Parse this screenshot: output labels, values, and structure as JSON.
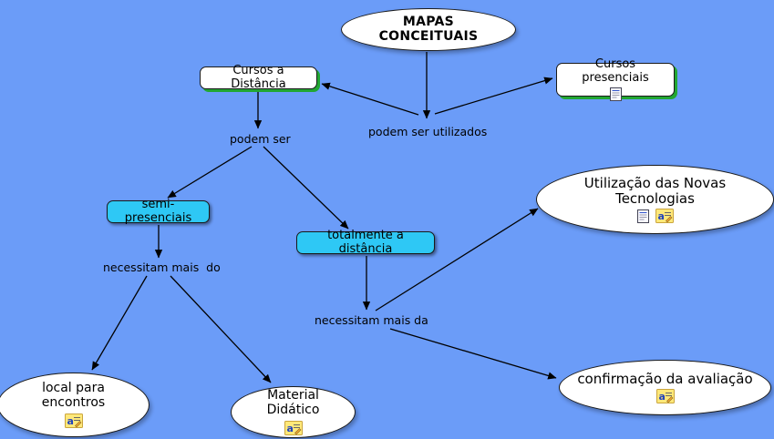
{
  "canvas": {
    "background": "#6b9cf8"
  },
  "colors": {
    "background": "#6b9cf8",
    "node_fill": "#ffffff",
    "highlight_node_fill": "#2ec8f5",
    "accent_shadow_green": "#22a632",
    "annotation_icon_fill": "#ffe87a",
    "text": "#000000"
  },
  "nodes": {
    "root": {
      "label": "MAPAS CONCEITUAIS",
      "shape": "ellipse"
    },
    "cursos_distancia": {
      "label": "Cursos a Distância",
      "shape": "rounded-rect"
    },
    "cursos_presenciais": {
      "label": "Cursos presenciais",
      "shape": "rounded-rect",
      "icons": [
        "resource"
      ]
    },
    "semi_presenciais": {
      "label": "semi-presenciais",
      "shape": "rounded-rect-cyan"
    },
    "totalmente_distancia": {
      "label": "totalmente a distância",
      "shape": "rounded-rect-cyan"
    },
    "utilizacao_novas_tecnologias": {
      "label": "Utilização das Novas Tecnologias",
      "shape": "ellipse",
      "icons": [
        "resource",
        "annotation"
      ]
    },
    "local_para_encontros": {
      "label": "local para encontros",
      "shape": "ellipse",
      "icons": [
        "annotation"
      ]
    },
    "material_didatico": {
      "label": "Material Didático",
      "shape": "ellipse",
      "icons": [
        "annotation"
      ]
    },
    "confirmacao_avaliacao": {
      "label": "confirmação da avaliação",
      "shape": "ellipse",
      "icons": [
        "annotation"
      ]
    }
  },
  "linking_phrases": {
    "podem_ser": {
      "label": "podem ser"
    },
    "podem_ser_utilizados": {
      "label": "podem ser utilizados"
    },
    "necessitam_mais_do": {
      "label": "necessitam mais  do"
    },
    "necessitam_mais_da": {
      "label": "necessitam mais da"
    }
  },
  "edges": [
    {
      "from": "MAPAS CONCEITUAIS",
      "via": "podem ser utilizados",
      "to": "Cursos a Distância"
    },
    {
      "from": "MAPAS CONCEITUAIS",
      "via": "podem ser utilizados",
      "to": "Cursos presenciais"
    },
    {
      "from": "Cursos a Distância",
      "via": "podem ser",
      "to": "semi-presenciais"
    },
    {
      "from": "Cursos a Distância",
      "via": "podem ser",
      "to": "totalmente a distância"
    },
    {
      "from": "semi-presenciais",
      "via": "necessitam mais  do",
      "to": "local para encontros"
    },
    {
      "from": "semi-presenciais",
      "via": "necessitam mais  do",
      "to": "Material Didático"
    },
    {
      "from": "totalmente a distância",
      "via": "necessitam mais da",
      "to": "Utilização das Novas Tecnologias"
    },
    {
      "from": "totalmente a distância",
      "via": "necessitam mais da",
      "to": "confirmação da avaliação"
    }
  ]
}
